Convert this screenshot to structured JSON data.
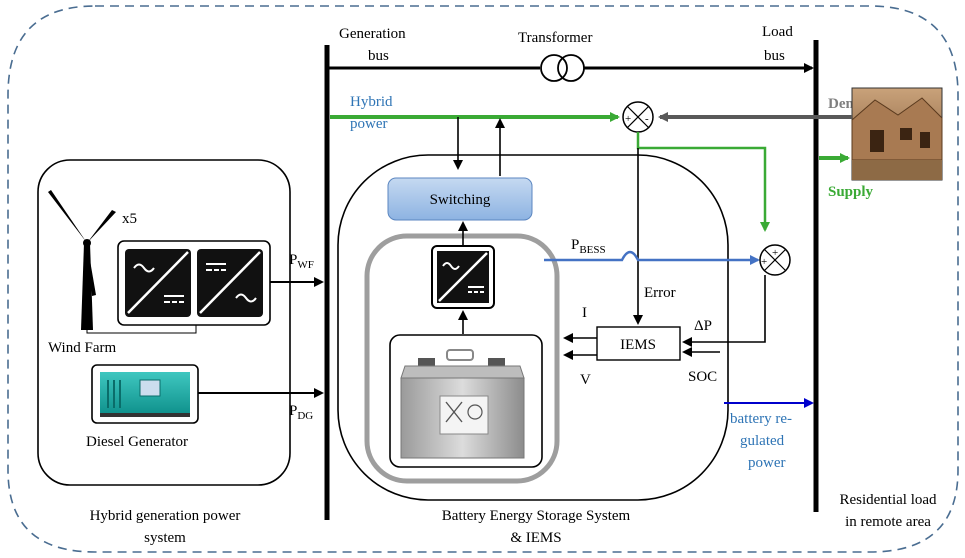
{
  "labels": {
    "generation_bus_1": "Generation",
    "generation_bus_2": "bus",
    "transformer": "Transformer",
    "load_bus_1": "Load",
    "load_bus_2": "bus",
    "demand": "Demand",
    "hybrid_power_1": "Hybrid",
    "hybrid_power_2": "power",
    "supply": "Supply",
    "switching": "Switching",
    "p_bess_main": "P",
    "p_bess_sub": "BESS",
    "error": "Error",
    "delta_p": "ΔP",
    "current": "I",
    "voltage": "V",
    "iems": "IEMS",
    "soc": "SOC",
    "x5": "x5",
    "wind_farm": "Wind Farm",
    "p_wf_main": "P",
    "p_wf_sub": "WF",
    "p_dg_main": "P",
    "p_dg_sub": "DG",
    "diesel_generator": "Diesel Generator",
    "battery_regulated_1": "battery re-",
    "battery_regulated_2": "gulated",
    "battery_regulated_3": "power",
    "hybrid_system_1": "Hybrid generation power",
    "hybrid_system_2": "system",
    "bess_1": "Battery Energy Storage System",
    "bess_2": "& IEMS",
    "residential_1": "Residential load",
    "residential_2": "in remote area",
    "plus": "+",
    "minus": "-"
  },
  "colors": {
    "green": "#3aaa35",
    "blue": "#4472c4",
    "dark_blue": "#0000cc",
    "gray": "#595959",
    "dash_border": "#4a6d91",
    "switching_fill": "#aac6e8"
  }
}
